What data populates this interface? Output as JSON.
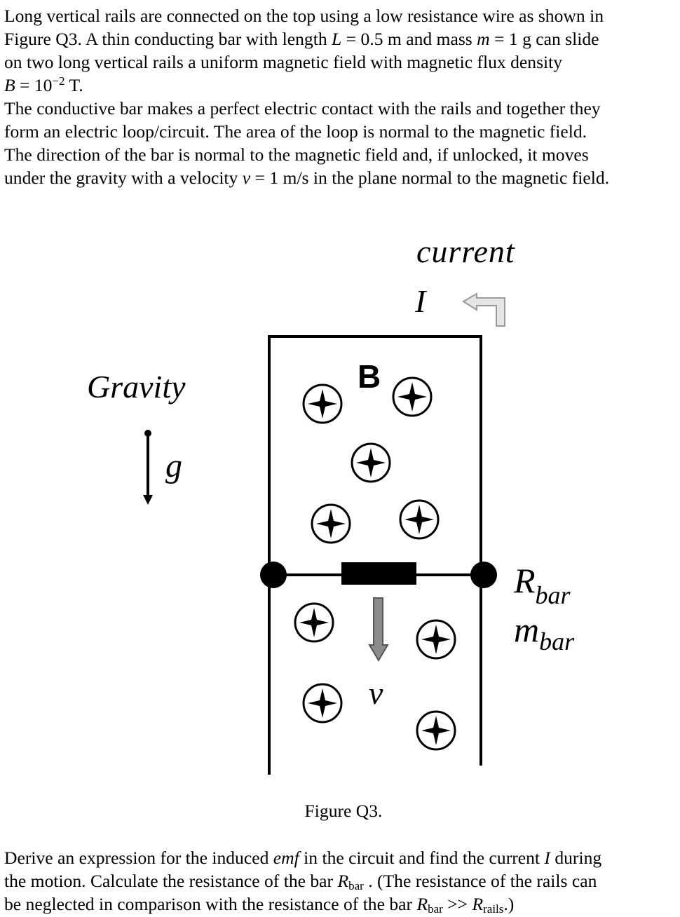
{
  "intro": {
    "l1": "Long vertical rails are connected on the top using a low resistance wire as shown in",
    "l2a": "Figure Q3. A thin conducting bar with length ",
    "l2_L": "L",
    "l2b": " = 0.5 m and mass ",
    "l2_m": "m",
    "l2c": " = 1 g can slide",
    "l3": "on two long vertical rails a uniform magnetic field with magnetic flux density",
    "l4_B": "B",
    "l4a": " = 10",
    "l4_exp": "−2",
    "l4b": " T.",
    "l5": "The conductive bar makes a perfect electric contact with the rails and together they",
    "l6": "form an electric loop/circuit. The area of the loop is normal to the magnetic field.",
    "l7": "The direction of the bar is normal to the magnetic field and, if unlocked, it moves",
    "l8a": "under the gravity with a velocity ",
    "l8_v": "v",
    "l8b": " = 1 m/s in the plane normal to the magnetic field."
  },
  "figure": {
    "current_label": "current",
    "current_symbol": "I",
    "gravity_label": "Gravity",
    "g_symbol": "g",
    "field_symbol": "B",
    "velocity_symbol": "v",
    "r_main": "R",
    "r_sub": "bar",
    "m_main": "m",
    "m_sub": "bar",
    "caption": "Figure Q3.",
    "colors": {
      "line": "#000000",
      "arrow_fill": "#8c8c8c",
      "current_arrow_fill": "#e6e6e6"
    }
  },
  "question": {
    "q1a": "Derive an expression for the induced ",
    "q1_emf": "emf",
    "q1b": " in the circuit and find the current ",
    "q1_I": "I",
    "q1c": " during",
    "q2a": "the motion. Calculate the resistance of the bar ",
    "q2_R": "R",
    "q2_sub": "bar",
    "q2b": " . (The resistance of the rails can",
    "q3a": "be neglected in comparison with the resistance of the bar ",
    "q3_R": "R",
    "q3_sub": "bar",
    "q3b": " >> ",
    "q3_R2": "R",
    "q3_sub2": "rails",
    "q3c": ".)"
  }
}
